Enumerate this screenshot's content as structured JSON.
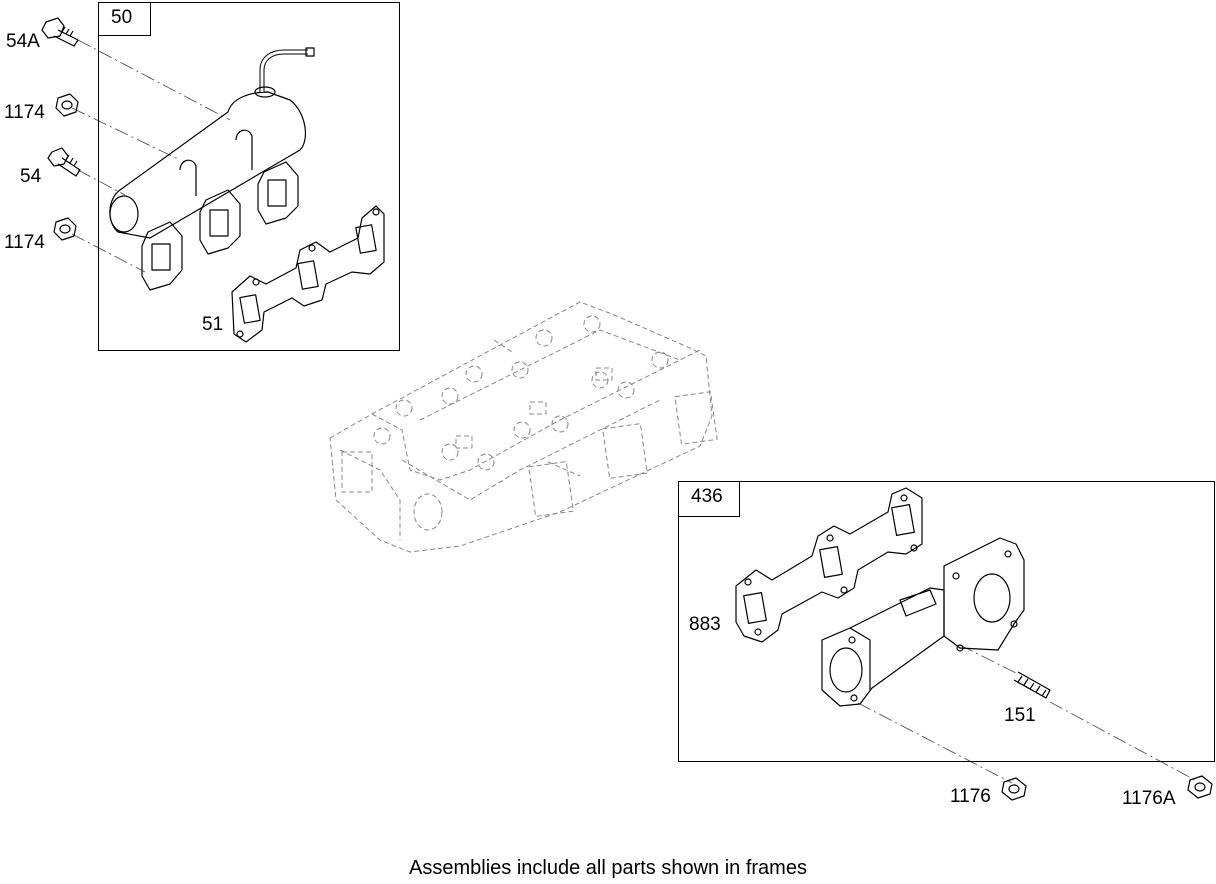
{
  "frames": [
    {
      "number": "50"
    },
    {
      "number": "436"
    }
  ],
  "callouts": {
    "bolt_54a": "54A",
    "nut_1174_upper": "1174",
    "bolt_54": "54",
    "nut_1174_lower": "1174",
    "gasket_51": "51",
    "gasket_883": "883",
    "stud_151": "151",
    "nut_1176": "1176",
    "nut_1176a": "1176A"
  },
  "caption": "Assemblies include all parts shown in frames"
}
